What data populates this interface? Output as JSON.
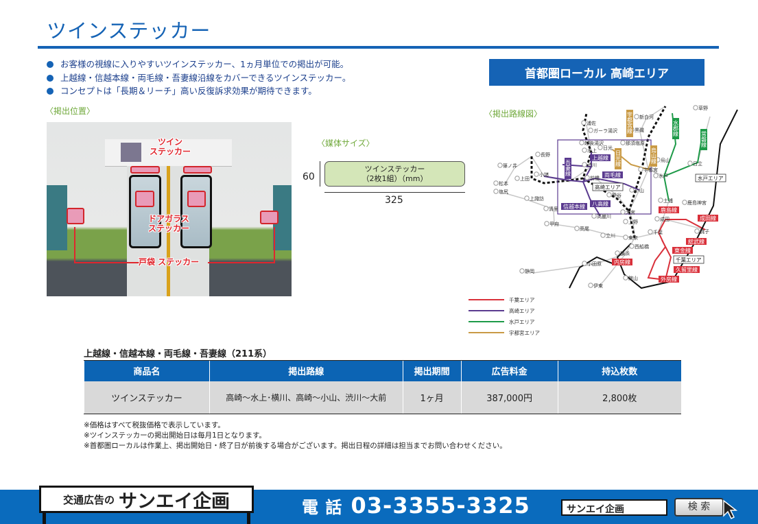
{
  "title": "ツインステッカー",
  "bullets": [
    "お客様の視線に入りやすいツインステッカー、1ヵ月単位での掲出が可能。",
    "上越線・信越本線・両毛線・吾妻線沿線をカバーできるツインステッカー。",
    "コンセプトは「長期＆リーチ」高い反復訴求効果が期待できます。"
  ],
  "area_heading": "首都圏ローカル 高崎エリア",
  "position_label": "〈掲出位置〉",
  "photo_labels": {
    "twin": "ツイン\nステッカー",
    "door_glass": "ドアガラス\nステッカー",
    "tobukuro": "戸袋 ステッカー"
  },
  "media_size": {
    "label": "〈媒体サイズ〉",
    "box_line1": "ツインステッカー",
    "box_line2": "（2枚1組）（mm）",
    "height": "60",
    "width": "325"
  },
  "route_map": {
    "label": "〈掲出路線図〉",
    "stations": [
      "浦佐",
      "ガーラ湯沢",
      "越後湯沢",
      "水上",
      "渋川",
      "前橋",
      "新白河",
      "黒磯",
      "那須塩原",
      "日光",
      "宇都宮",
      "小山",
      "熊谷",
      "大宮",
      "上野",
      "東京",
      "長野",
      "篠ノ井",
      "上田",
      "小諸",
      "松本",
      "塩尻",
      "上諏訪",
      "清里",
      "甲府",
      "高尾",
      "立川",
      "横浜",
      "小田原",
      "静岡",
      "伊東",
      "水戸",
      "土浦",
      "日立",
      "鹿島神宮",
      "成田",
      "銚子",
      "千葉",
      "草野",
      "烏山",
      "西船橋",
      "高麗川",
      "館山"
    ],
    "lines": [
      {
        "name": "上越線",
        "color": "#5a3a8f"
      },
      {
        "name": "両毛線",
        "color": "#5a3a8f"
      },
      {
        "name": "八高線",
        "color": "#5a3a8f"
      },
      {
        "name": "信越本線",
        "color": "#5a3a8f"
      },
      {
        "name": "吾妻線",
        "color": "#5a3a8f"
      },
      {
        "name": "日光線",
        "color": "#c99a45"
      },
      {
        "name": "宇都宮線",
        "color": "#c99a45"
      },
      {
        "name": "烏山線",
        "color": "#c99a45"
      },
      {
        "name": "水郡線",
        "color": "#1d9a48"
      },
      {
        "name": "常磐線",
        "color": "#1d9a48"
      },
      {
        "name": "鹿島線",
        "color": "#d9303a"
      },
      {
        "name": "成田線",
        "color": "#d9303a"
      },
      {
        "name": "総武線",
        "color": "#d9303a"
      },
      {
        "name": "東金線",
        "color": "#d9303a"
      },
      {
        "name": "内房線",
        "color": "#d9303a"
      },
      {
        "name": "久留里線",
        "color": "#d9303a"
      },
      {
        "name": "外房線",
        "color": "#d9303a"
      }
    ],
    "areas": [
      "高崎エリア",
      "水戸エリア",
      "千葉エリア"
    ],
    "legend": [
      {
        "label": "千葉エリア",
        "color": "#d9303a"
      },
      {
        "label": "高崎エリア",
        "color": "#5a3a8f"
      },
      {
        "label": "水戸エリア",
        "color": "#1d9a48"
      },
      {
        "label": "宇都宮エリア",
        "color": "#c99a45"
      }
    ]
  },
  "table": {
    "title": "上越線・信越本線・両毛線・吾妻線（211系）",
    "headers": [
      "商品名",
      "掲出路線",
      "掲出期間",
      "広告料金",
      "持込枚数"
    ],
    "row": [
      "ツインステッカー",
      "高崎～水上･横川、高崎～小山、渋川～大前",
      "1ヶ月",
      "387,000円",
      "2,800枚"
    ]
  },
  "notes": [
    "※価格はすべて税抜価格で表示しています。",
    "※ツインステッカーの掲出開始日は毎月1日となります。",
    "※首都圏ローカルは作業上、掲出開始日・終了日が前後する場合がございます。掲出日程の詳細は担当までお問い合わせください。"
  ],
  "footer": {
    "logo_prefix": "交通広告の",
    "logo_name": "サンエイ企画",
    "phone_label": "電 話",
    "phone": "03-3355-3325",
    "search_value": "サンエイ企画",
    "search_button": "検 索"
  }
}
